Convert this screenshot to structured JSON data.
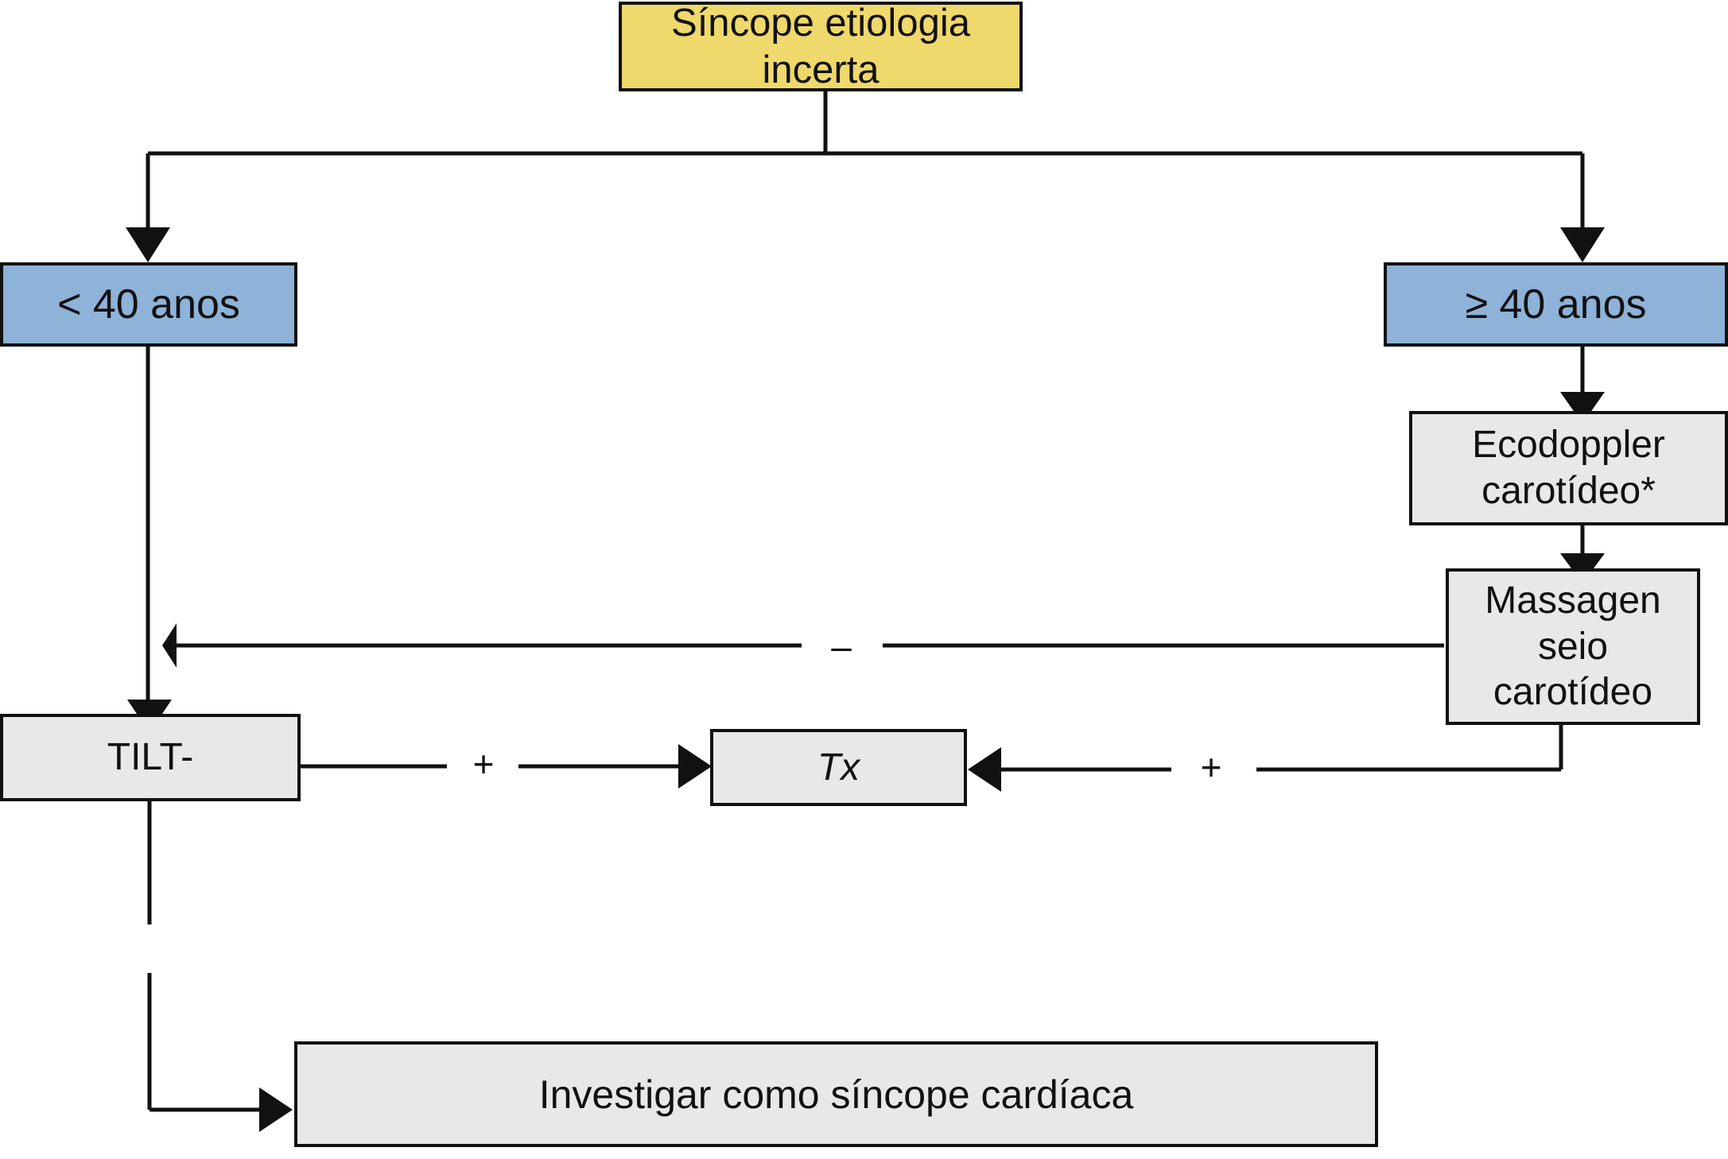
{
  "diagram": {
    "title": "Sincope etiologia incerta - fluxograma",
    "colors": {
      "root_fill": "#EFD86C",
      "branch_fill": "#8EB2D8",
      "step_fill": "#E8E8E8",
      "stroke": "#111111",
      "background": "#FFFFFF"
    },
    "nodes": {
      "root": {
        "label": "Síncope etiologia\nincerta"
      },
      "age_under40": {
        "label": "< 40 anos"
      },
      "age_over40": {
        "label": "≥ 40 anos"
      },
      "ecodoppler": {
        "label": "Ecodoppler\ncarotídeo*"
      },
      "massagem": {
        "label": "Massagen\nseio\ncarotídeo"
      },
      "tilt": {
        "label": "TILT-"
      },
      "tx": {
        "label": "Tx"
      },
      "cardiaca": {
        "label": "Investigar como síncope cardíaca"
      }
    },
    "edge_labels": {
      "negative_massagem": "–",
      "positive_tilt": "+",
      "positive_massagem": "+"
    }
  }
}
